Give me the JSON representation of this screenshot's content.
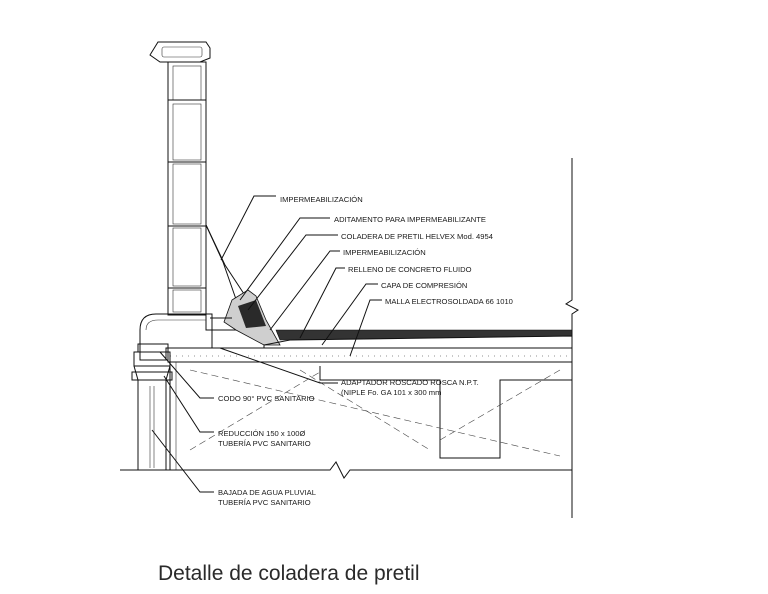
{
  "labels": {
    "impermeabilizacion_top": "IMPERMEABILIZACIÓN",
    "aditamento": "ADITAMENTO PARA IMPERMEABILIZANTE",
    "coladera": "COLADERA DE PRETIL HELVEX Mod. 4954",
    "impermeabilizacion_2": "IMPERMEABILIZACIÓN",
    "relleno": "RELLENO DE CONCRETO FLUIDO",
    "capa": "CAPA DE COMPRESIÓN",
    "malla": "MALLA ELECTROSOLDADA 66 1010",
    "adaptador_1": "ADAPTADOR ROSCADO ROSCA N.P.T.",
    "adaptador_2": "(NIPLE Fo. GA 101 x 300 mm",
    "codo": "CODO 90° PVC SANITARIO",
    "reduccion_1": "REDUCCIÓN 150 x 100Ø",
    "reduccion_2": "TUBERÍA PVC SANITARIO",
    "bajada_1": "BAJADA DE AGUA PLUVIAL",
    "bajada_2": "TUBERÍA PVC SANITARIO"
  },
  "title": "Detalle de coladera de pretil"
}
